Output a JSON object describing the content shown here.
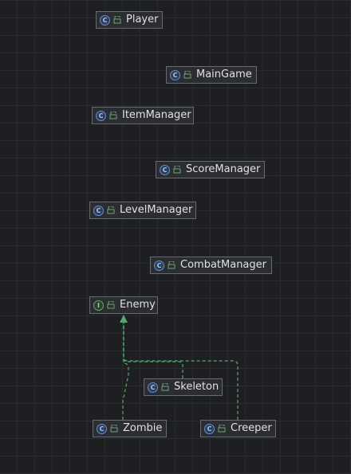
{
  "diagram": {
    "nodes": [
      {
        "id": "player",
        "label": "Player",
        "kind": "class"
      },
      {
        "id": "maingame",
        "label": "MainGame",
        "kind": "class"
      },
      {
        "id": "itemmanager",
        "label": "ItemManager",
        "kind": "class"
      },
      {
        "id": "scoremanager",
        "label": "ScoreManager",
        "kind": "class"
      },
      {
        "id": "levelmanager",
        "label": "LevelManager",
        "kind": "class"
      },
      {
        "id": "combatmanager",
        "label": "CombatManager",
        "kind": "class"
      },
      {
        "id": "enemy",
        "label": "Enemy",
        "kind": "interface"
      },
      {
        "id": "skeleton",
        "label": "Skeleton",
        "kind": "class"
      },
      {
        "id": "zombie",
        "label": "Zombie",
        "kind": "class"
      },
      {
        "id": "creeper",
        "label": "Creeper",
        "kind": "class"
      }
    ],
    "edges": [
      {
        "from": "zombie",
        "to": "enemy",
        "type": "implements"
      },
      {
        "from": "skeleton",
        "to": "enemy",
        "type": "implements"
      },
      {
        "from": "creeper",
        "to": "enemy",
        "type": "implements"
      }
    ],
    "icon_glyphs": {
      "class": "C",
      "interface": "I"
    },
    "colors": {
      "background": "#1e1f22",
      "node_fill": "#2b2d30",
      "node_border": "#676a70",
      "class_icon": "#5f8fd8",
      "interface_icon": "#59a869",
      "edge": "#59a869"
    }
  }
}
